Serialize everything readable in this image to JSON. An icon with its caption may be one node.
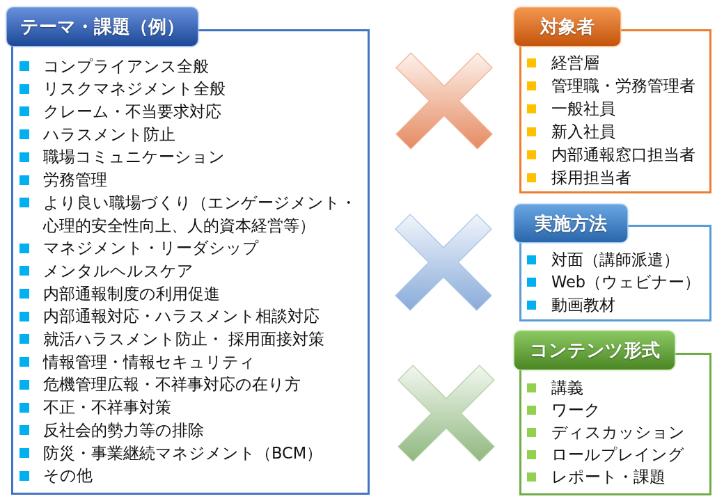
{
  "diagram": {
    "nodes": [
      {
        "text": [
          "テーマ・課題（例）",
          "コンプライアンス全般",
          "リスクマネジメント全般",
          "クレーム・不当要求対応",
          "ハラスメント防止",
          "職場コミュニケーション",
          "労務管理",
          "より良い職場づくり（エンゲージメント・心理的安全性向上、人的資本経営等）",
          "マネジメント・リーダシップ",
          "メンタルヘルスケア",
          "内部通報制度の利用促進",
          "内部通報対応・ハラスメント相談対応",
          "就活ハラスメント防止・ 採用面接対策",
          "情報管理・情報セキュリティ",
          "危機管理広報・不祥事対応の在り方",
          "不正・不祥事対策",
          "反社会的勢力等の排除",
          "防災・事業継続マネジメント（BCM）",
          "その他"
        ]
      },
      {
        "text": [
          "対象者",
          "経営層",
          "管理職・労務管理者",
          "一般社員",
          "新入社員",
          "内部通報窓口担当者",
          "採用担当者"
        ]
      },
      {
        "text": [
          "実施方法",
          "対面（講師派遣）",
          "Web（ウェビナー）",
          "動画教材"
        ]
      },
      {
        "text": [
          "コンテンツ形式",
          "講義",
          "ワーク",
          "ディスカッション",
          "ロールプレイング",
          "レポート・課題"
        ]
      }
    ]
  }
}
